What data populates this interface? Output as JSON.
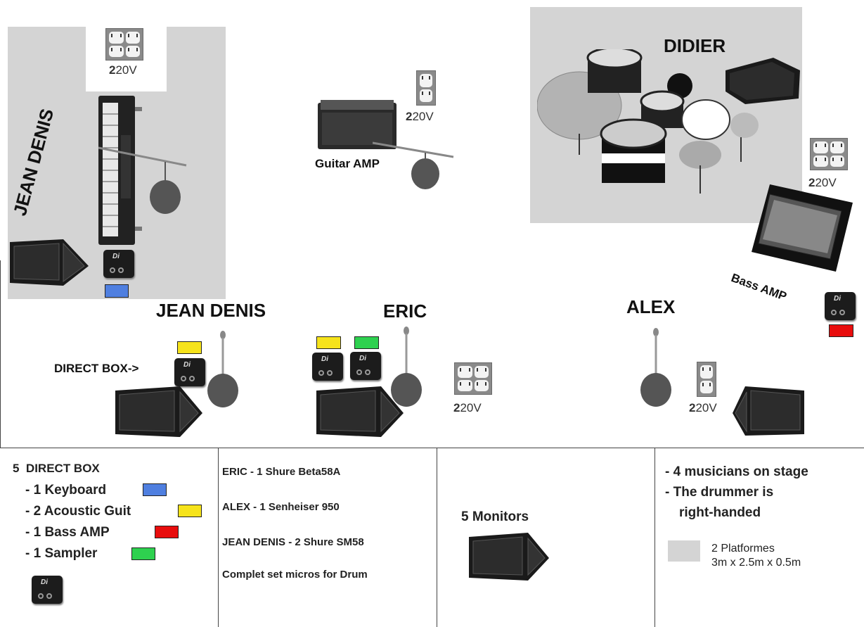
{
  "stage": {
    "platform_label": "",
    "outlet_voltage_prefix": "2",
    "outlet_voltage_rest": "20V",
    "keyboard_player_vertical": "JEAN DENIS",
    "drummer": "DIDIER",
    "guitar_amp": "Guitar AMP",
    "bass_amp": "Bass AMP",
    "musicians": [
      "JEAN DENIS",
      "ERIC",
      "ALEX"
    ],
    "direct_box_pointer": "DIRECT BOX->",
    "di_glyph": "Di"
  },
  "colors": {
    "keyboard": "#4f7fe0",
    "acoustic_guit": "#f6e31b",
    "bass_amp": "#e80d0d",
    "sampler": "#2ed14f",
    "platform": "#d4d4d4"
  },
  "legend": {
    "direct_box": {
      "title_count": "5",
      "title": "DIRECT BOX",
      "items": [
        {
          "text": "- 1  Keyboard",
          "color": "#4f7fe0"
        },
        {
          "text": "- 2  Acoustic Guit",
          "color": "#f6e31b"
        },
        {
          "text": "- 1  Bass AMP",
          "color": "#e80d0d"
        },
        {
          "text": "- 1  Sampler",
          "color": "#2ed14f"
        }
      ]
    },
    "mics": [
      "ERIC - 1 Shure Beta58A",
      "ALEX  - 1 Senheiser 950",
      "JEAN DENIS -  2 Shure SM58",
      "Complet set micros  for Drum"
    ],
    "monitors": "5 Monitors",
    "notes": [
      "- 4 musicians on stage",
      "- The drummer is",
      "right-handed"
    ],
    "platforms": [
      "2 Platformes",
      "3m x 2.5m x 0.5m"
    ]
  }
}
